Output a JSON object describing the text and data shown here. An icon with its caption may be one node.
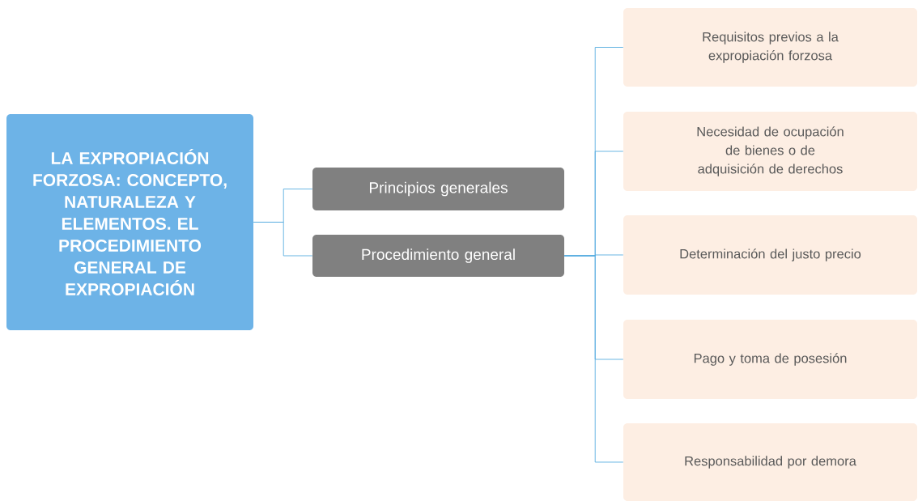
{
  "diagram": {
    "nodes": [
      {
        "text": [
          "LA EXPROPIACIÓN FORZOSA: CONCEPTO, NATURALEZA Y ELEMENTOS. EL PROCEDIMIENTO GENERAL DE EXPROPIACIÓN"
        ]
      },
      {
        "text": [
          "Principios generales"
        ]
      },
      {
        "text": [
          "Procedimiento general"
        ]
      },
      {
        "text": [
          "Requisitos previos a la expropiación forzosa"
        ]
      },
      {
        "text": [
          "Necesidad de ocupación de bienes o de adquisición de derechos"
        ]
      },
      {
        "text": [
          "Determinación del justo precio"
        ]
      },
      {
        "text": [
          "Pago y toma de posesión"
        ]
      },
      {
        "text": [
          "Responsabilidad por demora"
        ]
      }
    ],
    "edges": [
      {
        "from": 0,
        "to": 1,
        "arrow": "none"
      },
      {
        "from": 0,
        "to": 2,
        "arrow": "none"
      },
      {
        "from": 2,
        "to": 3,
        "arrow": "none"
      },
      {
        "from": 2,
        "to": 4,
        "arrow": "none"
      },
      {
        "from": 2,
        "to": 5,
        "arrow": "none"
      },
      {
        "from": 2,
        "to": 6,
        "arrow": "none"
      },
      {
        "from": 2,
        "to": 7,
        "arrow": "none"
      }
    ]
  }
}
